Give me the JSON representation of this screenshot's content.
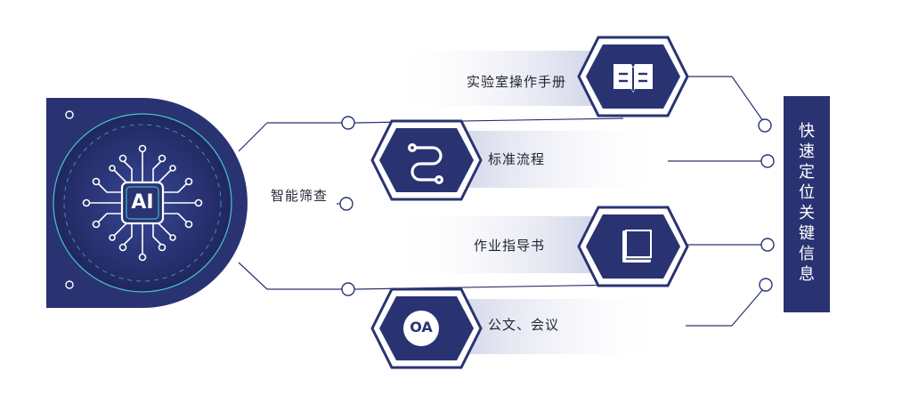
{
  "core": {
    "ai_label": "AI",
    "filter_label": "智能筛查"
  },
  "items": [
    {
      "label": "实验室操作手册",
      "icon": "open-book-icon"
    },
    {
      "label": "标准流程",
      "icon": "flow-path-icon"
    },
    {
      "label": "作业指导书",
      "icon": "closed-book-icon"
    },
    {
      "label": "公文、会议",
      "icon": "oa-icon",
      "icon_text": "OA"
    }
  ],
  "side_panel": {
    "title": "快速定位关键信息"
  },
  "colors": {
    "navy": "#2a3372",
    "line": "#2a3372",
    "band_start": "#c9cde3",
    "band_end": "#ffffff",
    "glow": "#4fc9d8"
  }
}
